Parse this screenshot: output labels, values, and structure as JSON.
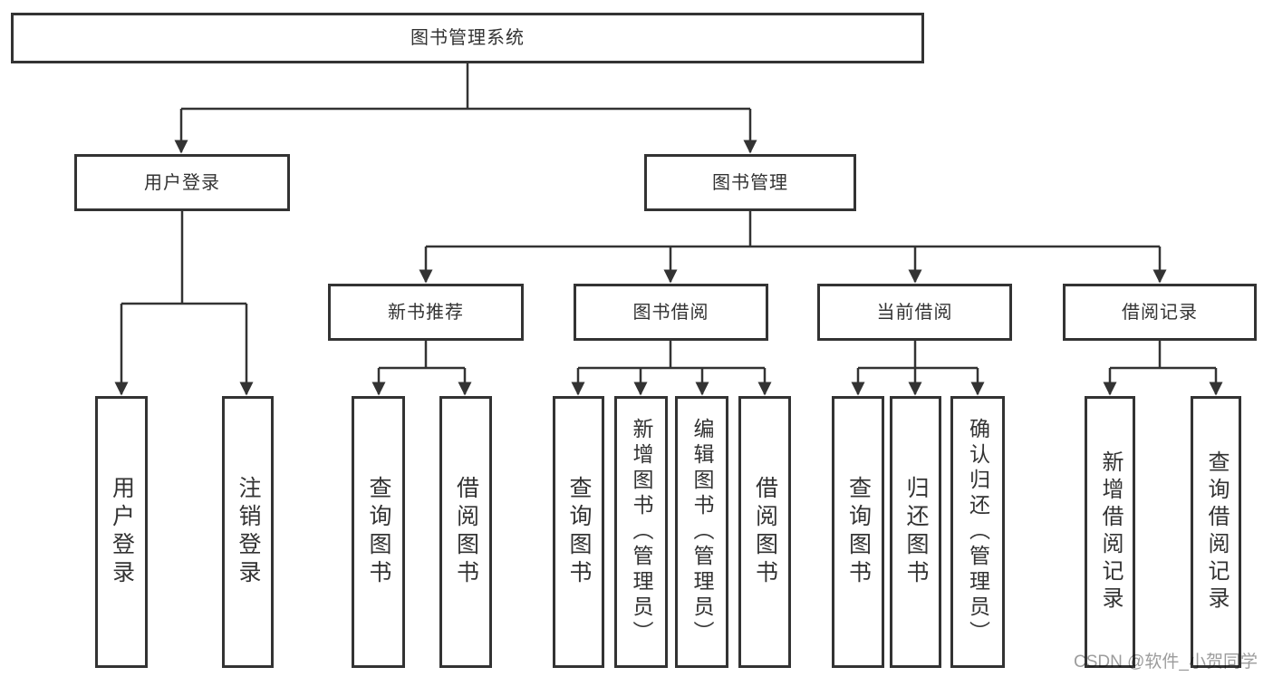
{
  "root": {
    "label": "图书管理系统"
  },
  "login": {
    "label": "用户登录",
    "leaves": [
      {
        "label": "用户登录"
      },
      {
        "label": "注销登录"
      }
    ]
  },
  "management": {
    "label": "图书管理",
    "groups": [
      {
        "label": "新书推荐",
        "leaves": [
          {
            "label": "查询图书"
          },
          {
            "label": "借阅图书"
          }
        ]
      },
      {
        "label": "图书借阅",
        "leaves": [
          {
            "label": "查询图书"
          },
          {
            "label": "新增图书（管理员）"
          },
          {
            "label": "编辑图书（管理员）"
          },
          {
            "label": "借阅图书"
          }
        ]
      },
      {
        "label": "当前借阅",
        "leaves": [
          {
            "label": "查询图书"
          },
          {
            "label": "归还图书"
          },
          {
            "label": "确认归还（管理员）"
          }
        ]
      },
      {
        "label": "借阅记录",
        "leaves": [
          {
            "label": "新增借阅记录"
          },
          {
            "label": "查询借阅记录"
          }
        ]
      }
    ]
  },
  "watermark": {
    "text": "CSDN @软件_小贺同学",
    "color": "#9c9c9c"
  },
  "colors": {
    "line": "#333333",
    "box_border": "#333333",
    "text": "#333333",
    "background": "#ffffff"
  }
}
